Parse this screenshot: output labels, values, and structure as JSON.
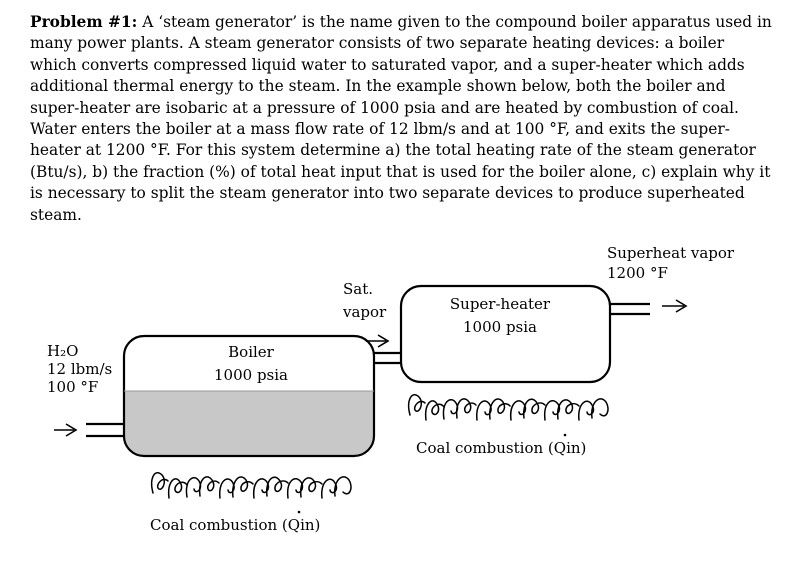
{
  "problem": {
    "label": "Problem #1:",
    "text": "A ‘steam generator’ is the name given to the compound boiler apparatus used in many power plants.  A steam generator consists of two separate heating devices: a boiler which converts compressed liquid water to saturated vapor, and a super-heater which adds additional thermal energy to the steam.  In the example shown below, both the boiler and super-heater are isobaric at a pressure of 1000 psia and are heated by combustion of coal.  Water enters the boiler at a mass flow rate of 12 lbm/s and at 100 °F, and exits the super-heater at 1200 °F.  For this system determine a) the total heating rate of the steam generator (Btu/s), b) the fraction (%) of total heat input that is used for the boiler alone, c) explain why it is necessary to split the steam generator into two separate devices to produce superheated steam."
  },
  "diagram": {
    "inlet": {
      "line1": "H₂O",
      "line2": "12 lbm/s",
      "line3": "100 °F"
    },
    "boiler": {
      "name": "Boiler",
      "pressure": "1000 psia"
    },
    "sat_vapor": {
      "line1": "Sat.",
      "line2": "vapor"
    },
    "superheater": {
      "name": "Super-heater",
      "pressure": "1000 psia"
    },
    "outlet": {
      "line1": "Superheat vapor",
      "line2": "1200 °F"
    },
    "coal_label_boiler": "Coal combustion (Qin)",
    "coal_label_superheater": "Coal combustion (Qin)",
    "colors": {
      "water_fill": "#c8c8c8",
      "stroke": "#000000"
    }
  }
}
